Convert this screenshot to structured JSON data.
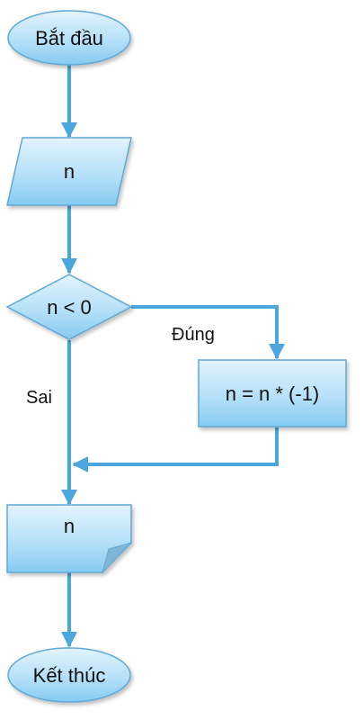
{
  "nodes": {
    "start": "Bắt đầu",
    "input": "n",
    "decision": "n < 0",
    "process": "n = n * (-1)",
    "output": "n",
    "end": "Kết thúc"
  },
  "edges": {
    "true_label": "Đúng",
    "false_label": "Sai"
  },
  "colors": {
    "connector": "#4aa6dd",
    "fill_top": "#def1fc",
    "fill_bottom": "#8fd0f3",
    "border": "#5fa8d8"
  }
}
